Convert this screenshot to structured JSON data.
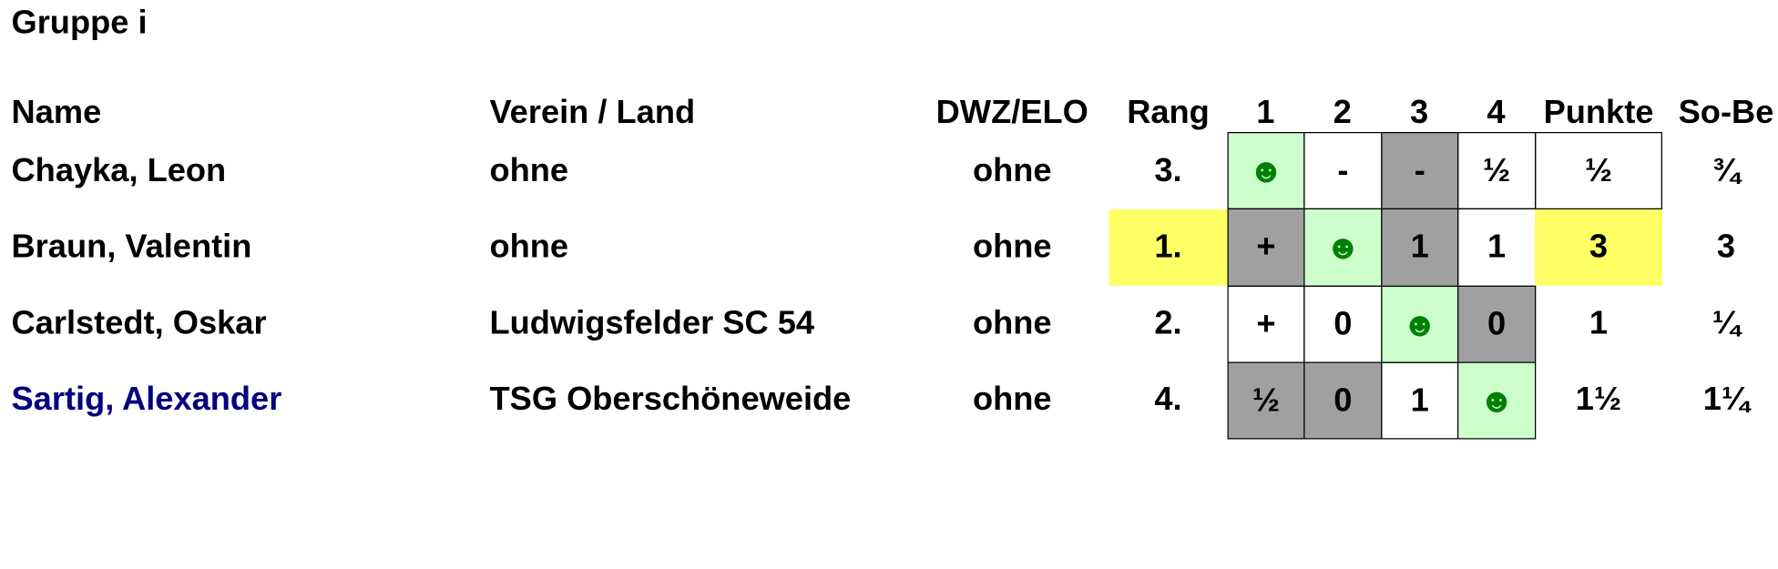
{
  "group_title": "Gruppe i",
  "headers": {
    "name": "Name",
    "verein": "Verein / Land",
    "dwz": "DWZ/ELO",
    "rang": "Rang",
    "r1": "1",
    "r2": "2",
    "r3": "3",
    "r4": "4",
    "punkte": "Punkte",
    "sobe": "So-Be"
  },
  "players": [
    {
      "name": "Chayka, Leon",
      "verein": "ohne",
      "dwz": "ohne",
      "rang": "3.",
      "results": [
        "☻",
        "-",
        "-",
        "½"
      ],
      "punkte": "½",
      "sobe": "¾"
    },
    {
      "name": "Braun, Valentin",
      "verein": "ohne",
      "dwz": "ohne",
      "rang": "1.",
      "results": [
        "+",
        "☻",
        "1",
        "1"
      ],
      "punkte": "3",
      "sobe": "3"
    },
    {
      "name": "Carlstedt, Oskar",
      "verein": "Ludwigsfelder SC 54",
      "dwz": "ohne",
      "rang": "2.",
      "results": [
        "+",
        "0",
        "☻",
        "0"
      ],
      "punkte": "1",
      "sobe": "¼"
    },
    {
      "name": "Sartig, Alexander",
      "verein": "TSG Oberschöneweide",
      "dwz": "ohne",
      "rang": "4.",
      "results": [
        "½",
        "0",
        "1",
        "☻"
      ],
      "punkte": "1½",
      "sobe": "1¼"
    }
  ],
  "colors": {
    "grey_cell": "#a0a0a0",
    "self_cell": "#ccffcc",
    "winner_highlight": "#ffff66",
    "self_smiley": "#008000",
    "highlight_name": "#000080"
  }
}
